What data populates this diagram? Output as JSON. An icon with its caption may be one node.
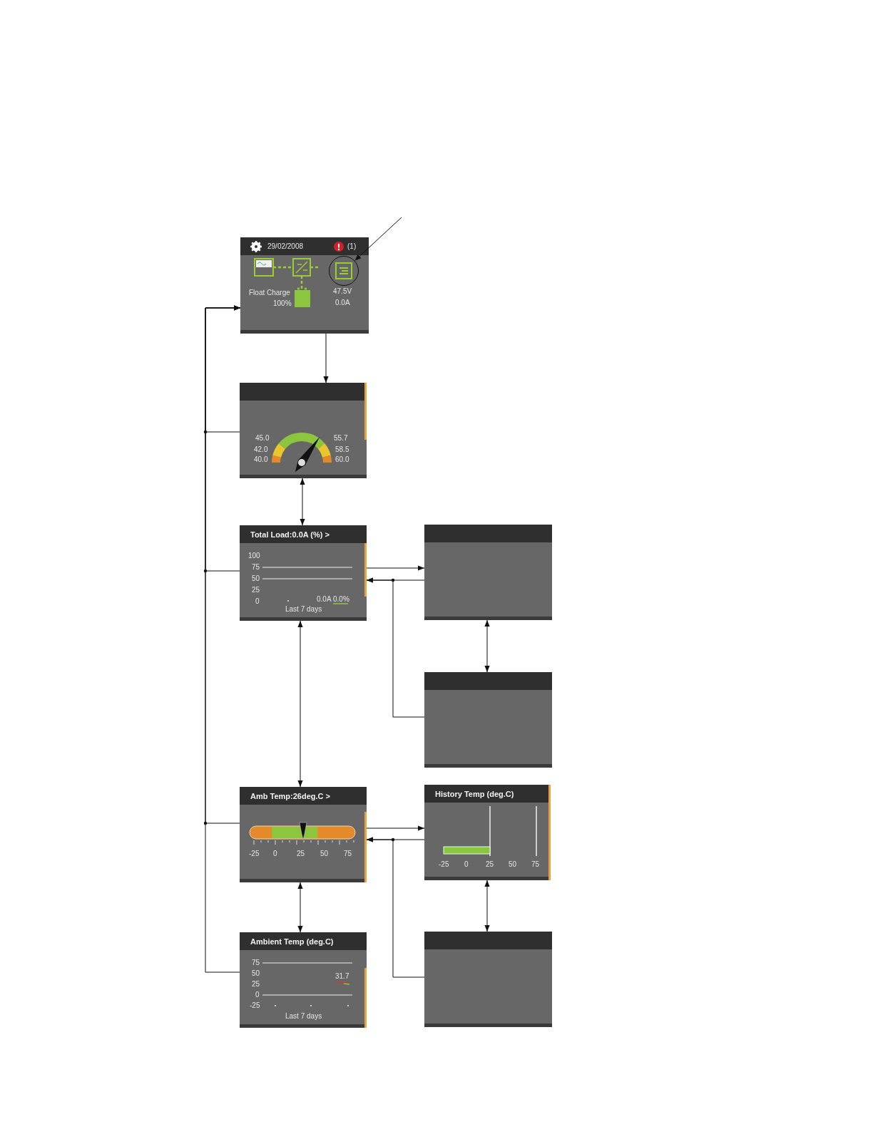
{
  "diagram": {
    "nodes": [
      {
        "text": [
          "29/02/2008",
          "(1)",
          "Float Charge",
          "100%",
          "47.5V",
          "0.0A"
        ]
      },
      {
        "text": [],
        "shape": "circle",
        "in": 0
      },
      {
        "text": [
          "45.0",
          "42.0",
          "40.0",
          "55.7",
          "58.5",
          "60.0"
        ]
      },
      {
        "text": [
          "Total Load:0.0A (%) >",
          "100",
          "75",
          "50",
          "25",
          "0",
          "0.0A",
          "0.0%",
          "Last 7 days"
        ]
      },
      {
        "text": [],
        "shape": "box"
      },
      {
        "text": [],
        "shape": "box"
      },
      {
        "text": [
          "Amb Temp:26deg.C >",
          "-25",
          "0",
          "25",
          "50",
          "75"
        ]
      },
      {
        "text": [
          "History Temp (deg.C)",
          "-25",
          "0",
          "25",
          "50",
          "75"
        ]
      },
      {
        "text": [],
        "shape": "box"
      },
      {
        "text": [
          "Ambient Temp (deg.C)",
          "75",
          "50",
          "25",
          "0",
          "-25",
          "31.7",
          "Last 7 days"
        ]
      }
    ],
    "edges": [
      {
        "from": null,
        "to": 1,
        "arrow": "to"
      },
      {
        "from": 0,
        "to": 2,
        "arrow": "to"
      },
      {
        "from": 2,
        "to": 3,
        "arrow": "both"
      },
      {
        "from": 3,
        "to": 6,
        "arrow": "both"
      },
      {
        "from": 6,
        "to": 9,
        "arrow": "both"
      },
      {
        "from": 4,
        "to": 5,
        "arrow": "both"
      },
      {
        "from": 7,
        "to": 8,
        "arrow": "both"
      },
      {
        "from": 3,
        "to": 4,
        "arrow": "to"
      },
      {
        "from": 4,
        "to": 3,
        "arrow": "to"
      },
      {
        "from": 5,
        "to": 3,
        "arrow": "to"
      },
      {
        "from": 6,
        "to": 7,
        "arrow": "to"
      },
      {
        "from": 7,
        "to": 6,
        "arrow": "to"
      },
      {
        "from": 8,
        "to": 6,
        "arrow": "to"
      },
      {
        "from": 2,
        "to": 0,
        "arrow": "to"
      },
      {
        "from": 3,
        "to": 0,
        "arrow": "to"
      },
      {
        "from": 6,
        "to": 0,
        "arrow": "to"
      },
      {
        "from": 9,
        "to": 0,
        "arrow": "to"
      }
    ]
  }
}
